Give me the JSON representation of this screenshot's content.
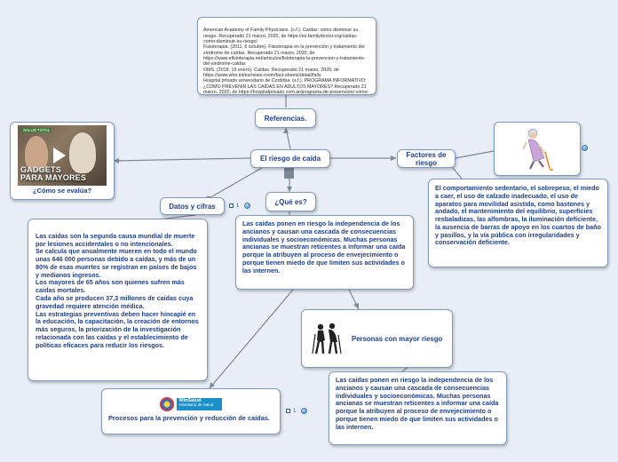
{
  "center": {
    "label": "El riesgo de caída"
  },
  "referencias": {
    "label": "Referencias.",
    "text": "American Academy of Family Physicians. (s.f.). Caídas: cómo disminuir su riesgo. Recuperado 21 marzo, 2020, de https://es.familydoctor.org/caidas-como-disminuir-su-riesgo/\nFisioterapia. (2011, 6 octubre). Fisioterapia en la prevención y tratamiento del síndrome de caídas. Recuperado 21 marzo, 2020, de https://www.efisioterapia.net/articulos/fisioterapia-la-prevencion-y-tratamiento-del-sindrome-caidas\nOMS. (2018, 16 enero). Caídas. Recuperado 21 marzo, 2020, de https://www.who.int/es/news-room/fact-sheets/detail/falls\nHospital privado universitario de Cordoba. (s.f.). PROGRAMA INFORMATIVO: ¿CÓMO PREVENIR LAS CAÍDAS EN ADULTOS MAYORES? Recuperado 21 marzo, 2020, de https://hospitalprivado.com.ar/programa-de-prevencion/-como-prevenir-las-caidas-en-adultos-mayores-.html"
  },
  "video": {
    "tag": "SALUD TOTAL",
    "title_line1": "GADGETS",
    "title_line2": "PARA MAYORES",
    "caption": "¿Cómo se evalúa?"
  },
  "factores": {
    "label": "Factores de riesgo",
    "text": "El comportamiento sedentario, el sobrepeso, el miedo a caer, el uso de calzado inadecuado, el uso de aparatos para movilidad asistida, como bastones y andado, el mantenimiento del equilibrio, superficies resbaladizas, las alfombras, la iluminación deficiente, la ausencia de barras de apoyo en los cuartos de baño y pasillos, y la vía pública con irregularidades y conservación deficiente."
  },
  "datos": {
    "label": "Datos y cifras",
    "note_count": "1",
    "text": "Las caídas son la segunda causa mundial de muerte por lesiones accidentales o no intencionales.\nSe calcula que anualmente mueren en todo el mundo unas 646 000 personas debido a caídas, y más de un 80% de esas muertes se registran en países de bajos y medianos ingresos.\nLos mayores de 65 años son quienes sufren más caídas mortales.\nCada año se producen 37,3 millones de caídas cuya gravedad requiere atención médica.\nLas estrategias preventivas deben hacer hincapié en la educación, la capacitación, la creación de entornos más seguros, la priorización de la investigación relacionada con las caídas y el establecimiento de políticas eficaces para reducir los riesgos."
  },
  "que_es": {
    "label": "¿Qué es?",
    "text": "Las caídas ponen en riesgo la independencia de los ancianos y causan una cascada de consecuencias individuales y socioeconómicas. Muchas personas ancianas se muestran reticentes a informar una caída porque la atribuyen al proceso de envejecimiento o porque tienen miedo de que limiten sus actividades o las internen."
  },
  "personas": {
    "label": "Personas con mayor riesgo",
    "text": "Las caídas ponen en riesgo la independencia de los ancianos y causan una cascada de consecuencias individuales y socioeconómicas. Muchas personas ancianas se muestran reticentes a informar una caída porque la atribuyen al proceso de envejecimiento o porque tienen miedo de que limiten sus actividades o las internen."
  },
  "procesos": {
    "label": "Procesos para la prevención y reducción de caídas.",
    "logo_text1": "MinSalud",
    "logo_text2": "Ministerio de Salud",
    "note_count": "1"
  }
}
